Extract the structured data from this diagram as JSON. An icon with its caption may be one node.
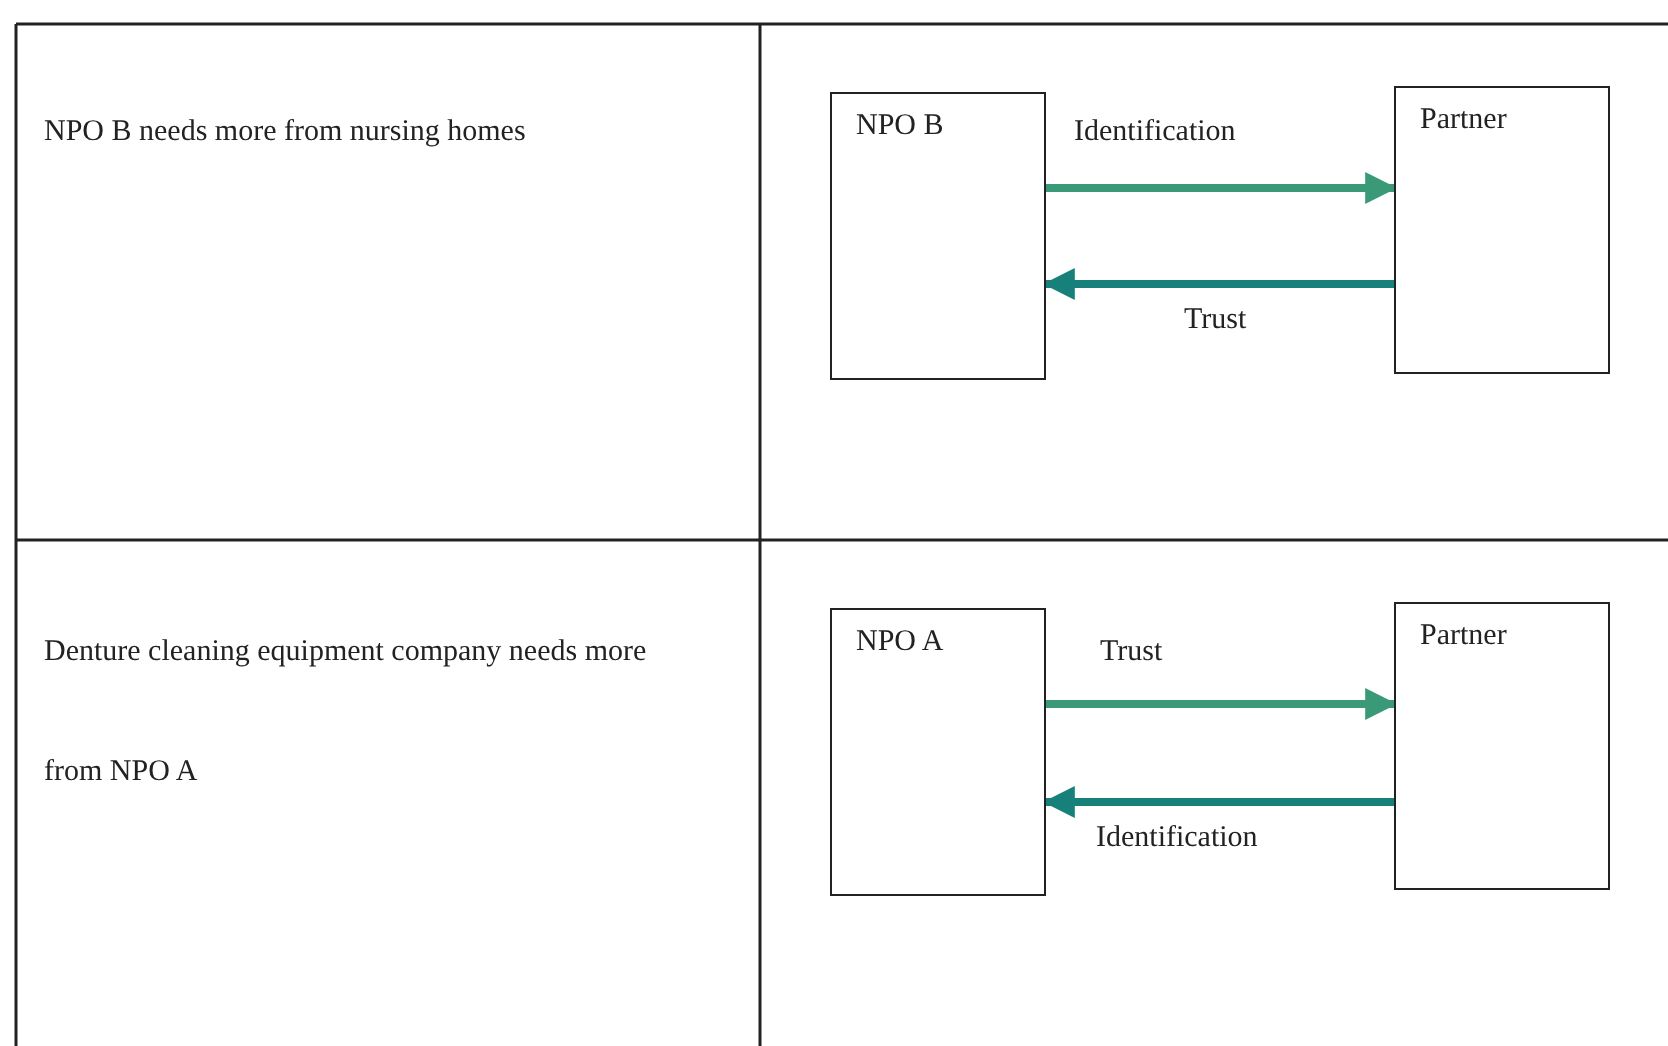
{
  "diagram": {
    "nodes": [
      {
        "text": [
          "NPO B"
        ]
      },
      {
        "text": [
          "Partner"
        ]
      },
      {
        "text": [
          "NPO A"
        ]
      },
      {
        "text": [
          "Partner"
        ]
      }
    ],
    "edges": [
      {
        "from": 0,
        "to": 1,
        "arrow": "to",
        "label": "Identification"
      },
      {
        "from": 1,
        "to": 0,
        "arrow": "to",
        "label": "Trust",
        "color": "#17807a"
      },
      {
        "from": 2,
        "to": 3,
        "arrow": "to",
        "label": "Trust"
      },
      {
        "from": 3,
        "to": 2,
        "arrow": "to",
        "label": "Identification",
        "color": "#17807a"
      }
    ],
    "labels": [
      "NPO B needs more from nursing homes",
      "Denture cleaning equipment company needs more from NPO A"
    ]
  }
}
